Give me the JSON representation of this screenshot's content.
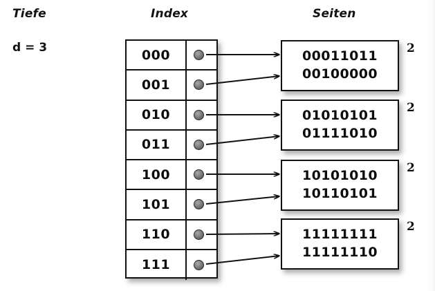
{
  "headers": {
    "depth": "Tiefe",
    "index": "Index",
    "pages": "Seiten"
  },
  "depth": {
    "label": "d = 3"
  },
  "index_table": {
    "rows": [
      {
        "key": "000",
        "pointer_icon": "filled-circle-icon",
        "target_page": 0
      },
      {
        "key": "001",
        "pointer_icon": "filled-circle-icon",
        "target_page": 0
      },
      {
        "key": "010",
        "pointer_icon": "filled-circle-icon",
        "target_page": 1
      },
      {
        "key": "011",
        "pointer_icon": "filled-circle-icon",
        "target_page": 1
      },
      {
        "key": "100",
        "pointer_icon": "filled-circle-icon",
        "target_page": 2
      },
      {
        "key": "101",
        "pointer_icon": "filled-circle-icon",
        "target_page": 2
      },
      {
        "key": "110",
        "pointer_icon": "filled-circle-icon",
        "target_page": 3
      },
      {
        "key": "111",
        "pointer_icon": "filled-circle-icon",
        "target_page": 3
      }
    ]
  },
  "pages": [
    {
      "line1": "00011011",
      "line2": "00100000",
      "local_depth": "2"
    },
    {
      "line1": "01010101",
      "line2": "01111010",
      "local_depth": "2"
    },
    {
      "line1": "10101010",
      "line2": "10110101",
      "local_depth": "2"
    },
    {
      "line1": "11111111",
      "line2": "11111110",
      "local_depth": "2"
    }
  ],
  "colors": {
    "background": "#ffffff",
    "stroke": "#111111",
    "text": "#0d0d0d",
    "pointer_dot": "#6d6d6d"
  }
}
